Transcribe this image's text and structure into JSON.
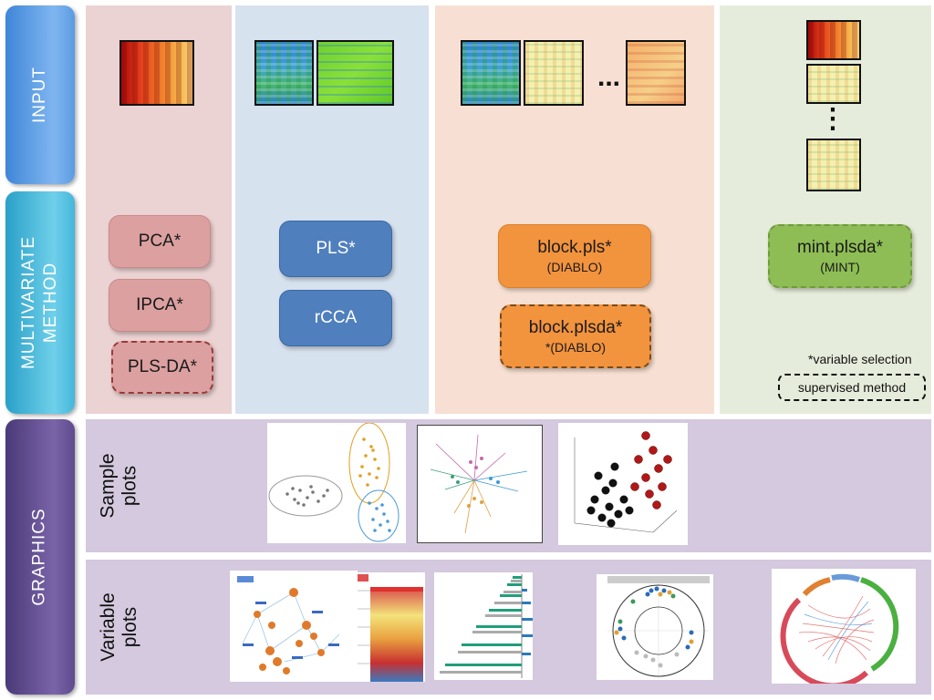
{
  "rows": {
    "input": "INPUT",
    "method_line1": "MULTIVARIATE",
    "method_line2": "METHOD",
    "graphics": "GRAPHICS"
  },
  "methods": {
    "pca": "PCA*",
    "ipca": "IPCA*",
    "plsda": "PLS-DA*",
    "pls": "PLS*",
    "rcca": "rCCA",
    "block_pls": "block.pls*",
    "block_pls_sub": "(DIABLO)",
    "block_plsda": "block.plsda*",
    "block_plsda_sub": "*(DIABLO)",
    "mint": "mint.plsda*",
    "mint_sub": "(MINT)"
  },
  "input_dots": {
    "horizontal": "...",
    "vertical": "⋮"
  },
  "legend": {
    "variable_selection": "*variable selection",
    "supervised": "supervised method"
  },
  "graphics": {
    "sample_line1": "Sample",
    "sample_line2": "plots",
    "variable_line1": "Variable",
    "variable_line2": "plots"
  },
  "colors": {
    "input_bar": "#5c9be3",
    "method_bar": "#45b6da",
    "graphics_bar": "#5e4b8e",
    "col_pca": "#ecd3d3",
    "col_pls": "#d7e2ef",
    "col_block": "#f7e0d3",
    "col_mint": "#e6ecdb",
    "graphics_panel": "#d4c9de"
  }
}
